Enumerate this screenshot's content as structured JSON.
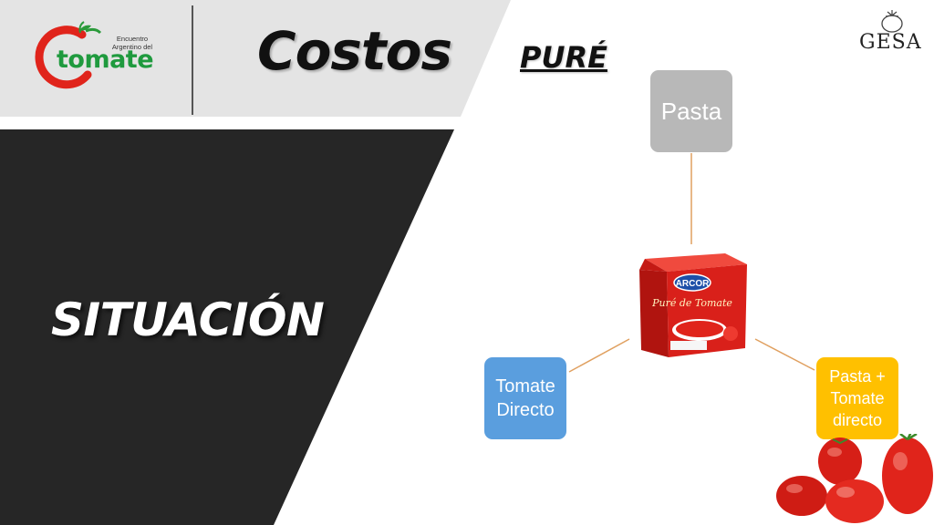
{
  "header": {
    "logo": {
      "small_text": "Encuentro Argentino del",
      "word": "tomate"
    },
    "title": "Costos",
    "subtitle": "PURÉ",
    "gesa_logo": "GESA"
  },
  "side_panel": {
    "heading": "SITUACIÓN"
  },
  "diagram": {
    "nodes": {
      "top": {
        "label": "Pasta",
        "color": "#b8b8b8"
      },
      "left": {
        "label": "Tomate\nDirecto",
        "color": "#5a9ede"
      },
      "right": {
        "label": "Pasta +\nTomate\ndirecto",
        "color": "#ffc000"
      }
    },
    "product": {
      "brand": "ARCOR",
      "name": "Puré de Tomate"
    },
    "connector_color": "#e0a060"
  },
  "colors": {
    "header_band": "#e4e4e4",
    "dark_band": "#262626",
    "logo_green": "#1f9a3e",
    "tomato_red": "#e0241b"
  },
  "icons": [
    "tomato-logo-icon",
    "gesa-tomato-icon",
    "pure-box-image",
    "tomatoes-image"
  ]
}
